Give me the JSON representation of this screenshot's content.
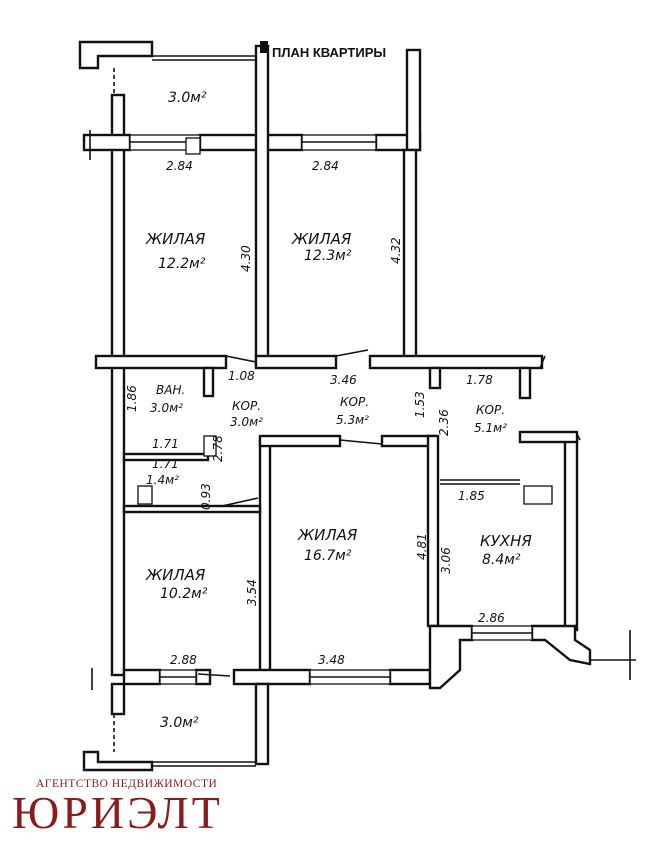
{
  "title": "ПЛАН КВАРТИРЫ",
  "balcony_top": "3.0м²",
  "balcony_bottom": "3.0м²",
  "rooms": {
    "bedroom1": {
      "name": "ЖИЛАЯ",
      "area": "12.2м²"
    },
    "bedroom2": {
      "name": "ЖИЛАЯ",
      "area": "12.3м²"
    },
    "bath": {
      "name": "ВАН.",
      "area": "3.0м²"
    },
    "corridor1": {
      "name": "КОР.",
      "area": "3.0м²"
    },
    "corridor2": {
      "name": "КОР.",
      "area": "5.3м²"
    },
    "corridor3": {
      "name": "КОР.",
      "area": "5.1м²"
    },
    "wc": {
      "area": "1.4м²"
    },
    "bedroom3": {
      "name": "ЖИЛАЯ",
      "area": "10.2м²"
    },
    "living": {
      "name": "ЖИЛАЯ",
      "area": "16.7м²"
    },
    "kitchen": {
      "name": "КУХНЯ",
      "area": "8.4м²"
    }
  },
  "dims": {
    "d284a": "2.84",
    "d284b": "2.84",
    "d430": "4.30",
    "d432": "4.32",
    "d186": "1.86",
    "d108": "1.08",
    "d346": "3.46",
    "d153": "1.53",
    "d178": "1.78",
    "d171a": "1.71",
    "d171b": "1.71",
    "d278": "2.78",
    "d236": "2.36",
    "d093": "0.93",
    "d185": "1.85",
    "d481": "4.81",
    "d306": "3.06",
    "d354": "3.54",
    "d286": "2.86",
    "d288": "2.88",
    "d348": "3.48"
  },
  "brand": {
    "sub": "АГЕНТСТВО НЕДВИЖИМОСТИ",
    "name": "ЮРИЭЛТ",
    "color": "#8b1a1a"
  }
}
